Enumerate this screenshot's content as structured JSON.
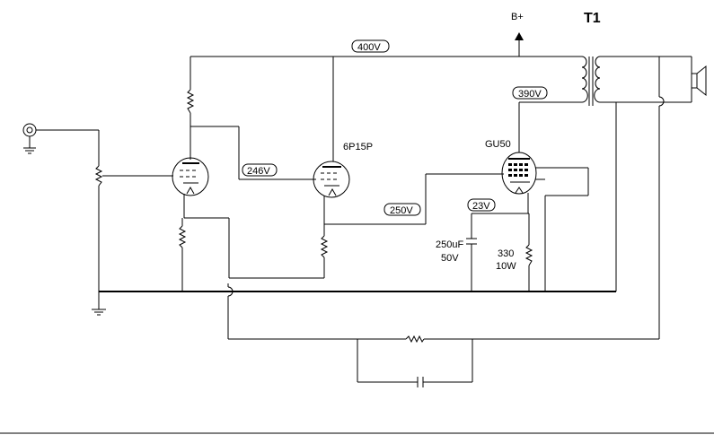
{
  "labels": {
    "b_plus": "B+",
    "t1": "T1",
    "v400": "400V",
    "v390": "390V",
    "v246": "246V",
    "v250": "250V",
    "v23": "23V",
    "tube_6p15p": "6P15P",
    "tube_gu50": "GU50",
    "cap_value": "250uF",
    "cap_voltage": "50V",
    "res_value": "330",
    "res_power": "10W"
  }
}
